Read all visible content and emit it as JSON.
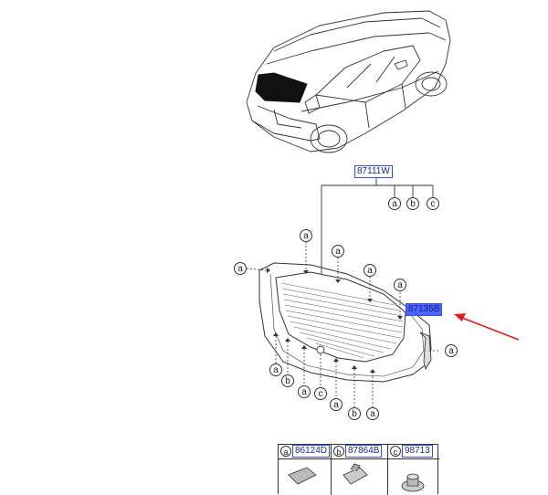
{
  "parts": {
    "main_assembly": "87111W",
    "highlighted_part": "87135B"
  },
  "callouts": {
    "a": "a",
    "b": "b",
    "c": "c"
  },
  "legend": [
    {
      "key": "a",
      "part": "86124D"
    },
    {
      "key": "b",
      "part": "87864B"
    },
    {
      "key": "c",
      "part": "98713"
    }
  ],
  "colors": {
    "label_border": "#3a4fd8",
    "label_text": "#1a2a8a",
    "highlight_fill": "#4a64ff",
    "arrow": "#e02020",
    "line": "#333333"
  }
}
